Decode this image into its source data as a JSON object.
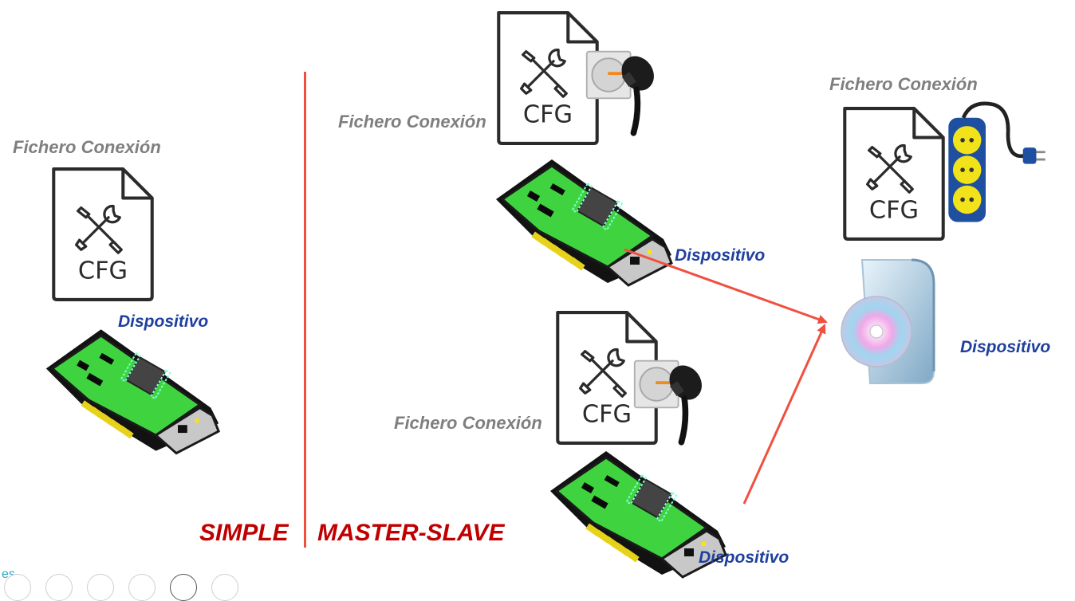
{
  "modes": {
    "simple": "SIMPLE",
    "master_slave": "MASTER-SLAVE"
  },
  "labels": {
    "simple_file": "Fichero Conexión",
    "simple_device": "Dispositivo",
    "ms_top_file": "Fichero Conexión",
    "ms_top_device": "Dispositivo",
    "ms_bottom_file": "Fichero Conexión",
    "ms_bottom_device": "Dispositivo",
    "master_file": "Fichero Conexión",
    "master_device": "Dispositivo"
  },
  "cfg_text": "CFG",
  "corner_text": "es",
  "colors": {
    "file_label": "#7f7f7f",
    "device_label": "#1f3f9f",
    "mode_label": "#c00000",
    "divider": "#f05040",
    "arrow": "#f05040",
    "card_green": "#3fd43f",
    "power_strip": "#1f4fa0",
    "socket_yellow": "#f2e21a"
  },
  "icons": [
    "document-cfg-icon",
    "tools-icon",
    "wall-socket-icon",
    "plug-icon",
    "network-card-icon",
    "power-strip-icon",
    "software-box-icon"
  ]
}
